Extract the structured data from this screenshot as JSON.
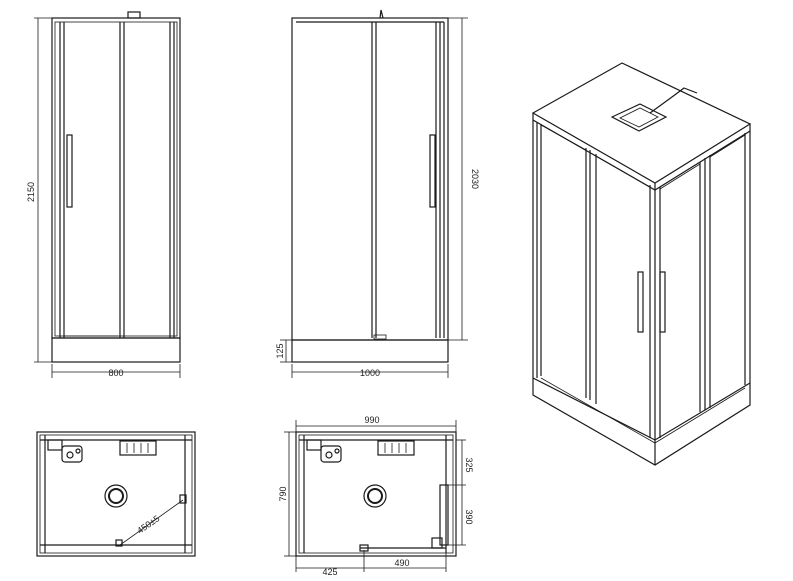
{
  "front_view": {
    "height_label": "2150",
    "width_label": "800"
  },
  "side_view": {
    "tray_height_label": "125",
    "door_height_label": "2030",
    "width_label": "1000"
  },
  "plan_left": {
    "waste_distance_label": "450±5"
  },
  "plan_right": {
    "width_label": "990",
    "depth_label": "790",
    "side_upper_label": "325",
    "side_lower_label": "390",
    "bottom_left_label": "425",
    "bottom_right_label": "490"
  }
}
